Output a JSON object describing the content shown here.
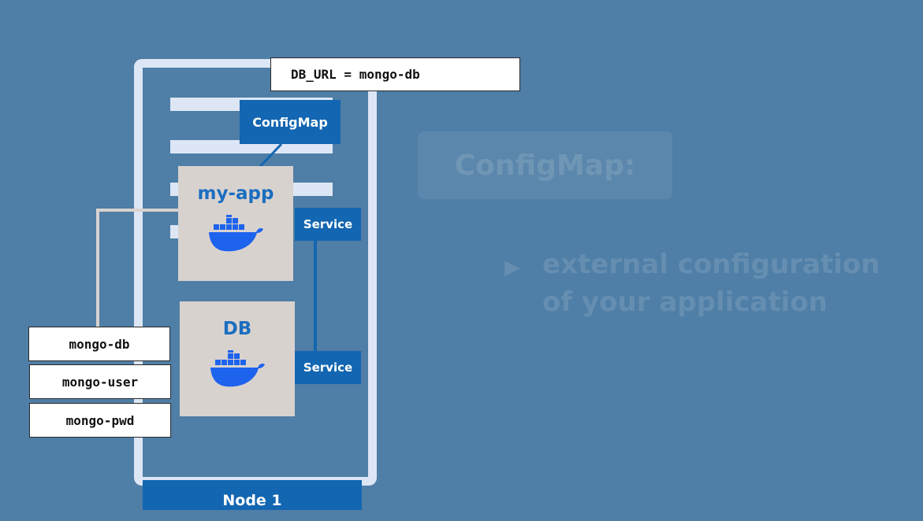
{
  "node": {
    "label": "Node 1"
  },
  "configmap_value": "DB_URL = mongo-db",
  "configmap_label": "ConfigMap",
  "pods": [
    {
      "name": "my-app",
      "icon": "docker-whale-icon"
    },
    {
      "name": "DB",
      "icon": "docker-whale-icon"
    }
  ],
  "services": [
    "Service",
    "Service"
  ],
  "secret_values": [
    "mongo-db",
    "mongo-user",
    "mongo-pwd"
  ],
  "slide": {
    "title": "ConfigMap:",
    "bullet_line1": "external configuration",
    "bullet_line2": "of your application"
  },
  "colors": {
    "background": "#4f7ea6",
    "node_frame": "#dde6f5",
    "accent_blue": "#1366b1",
    "pod_fill": "#d8d2cf",
    "docker_blue": "#1d63ed"
  }
}
